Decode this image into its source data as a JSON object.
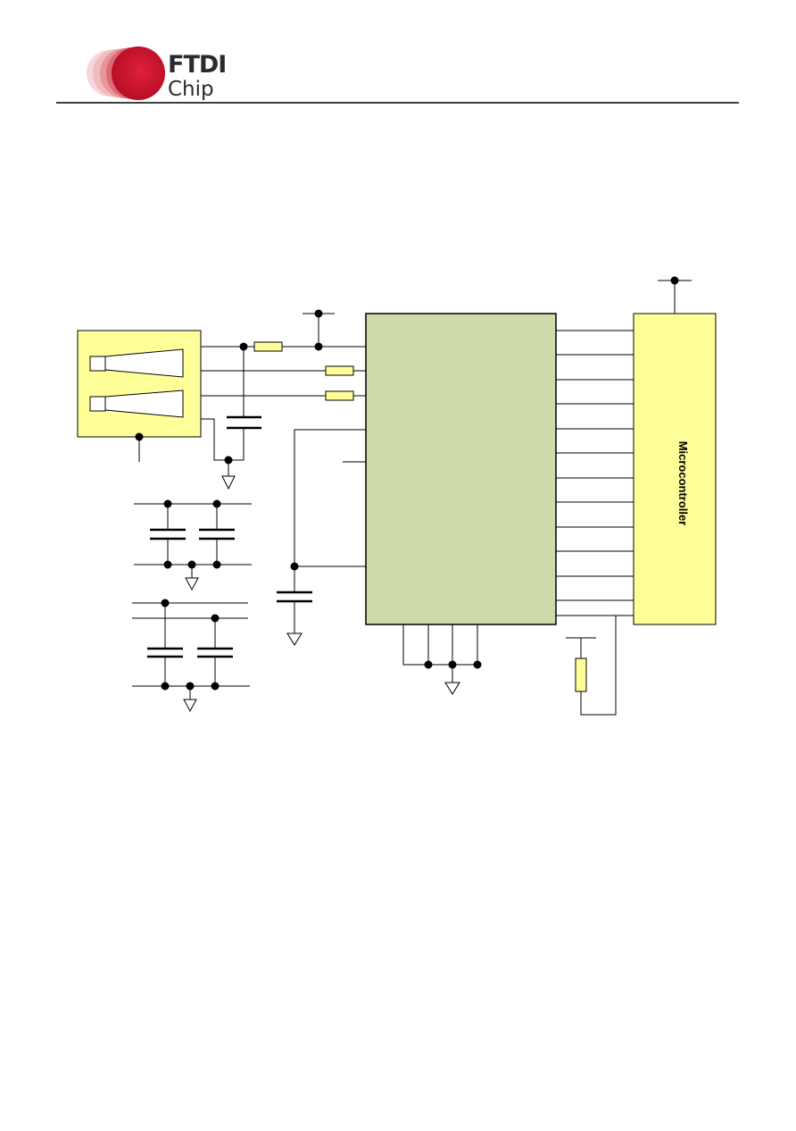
{
  "header": {
    "logo": {
      "line1": "FTDI",
      "line2": "Chip"
    }
  },
  "diagram": {
    "microcontroller_label": "Microcontroller"
  },
  "colors": {
    "logo_red": "#c8102e",
    "logo_text": "#2b2b2b",
    "chip_fill": "#cddaa9",
    "connector_fill": "#ffff99",
    "resistor_fill": "#ffff99",
    "line": "#000000"
  }
}
